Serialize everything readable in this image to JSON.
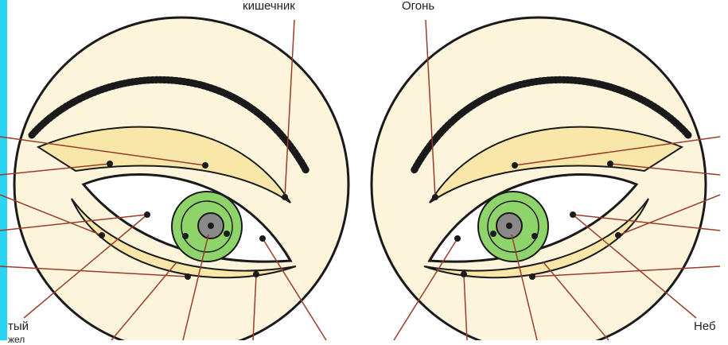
{
  "labels": {
    "top_left": "кишечник",
    "top_right": "Огонь",
    "bottom_left": "тый",
    "bottom_left_cut": "жел",
    "bottom_right": "Неб"
  },
  "colors": {
    "side_strip": "#29d4f2",
    "lid_yellow": "#f8e7a8",
    "circle_fill": "#fdf4dc",
    "iris_green": "#8fd46a",
    "pupil_gray": "#8a8a8a",
    "pink_corner": "#e8a2a2",
    "pointer_line": "#9a3c2a",
    "ink": "#1a1a1a"
  },
  "icons": {
    "left_eye": "eye-diagram-left-icon",
    "right_eye": "eye-diagram-right-icon"
  }
}
